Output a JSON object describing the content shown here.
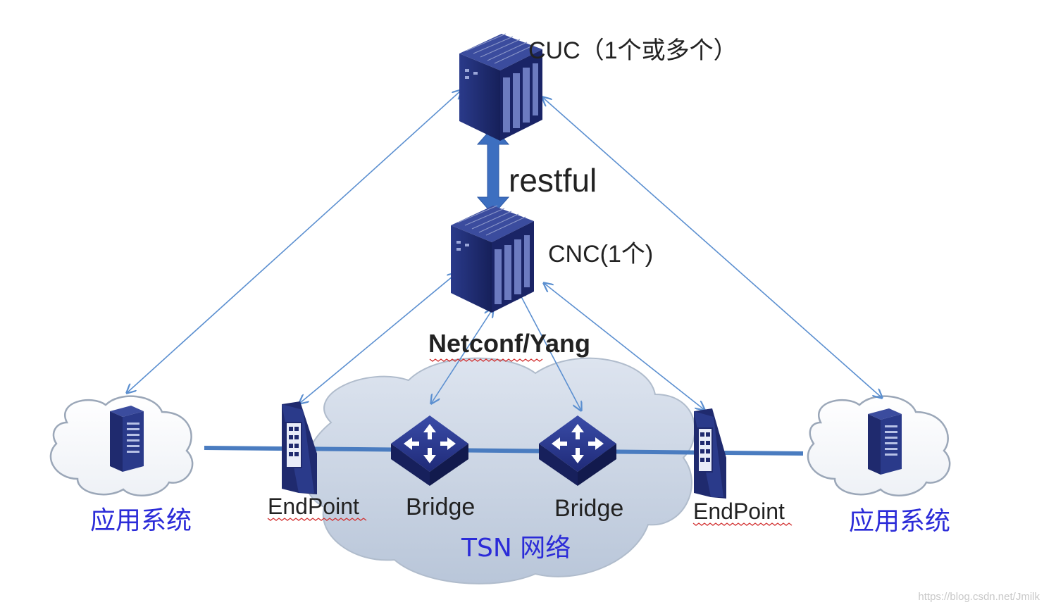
{
  "labels": {
    "cuc": "CUC（1个或多个）",
    "cnc": "CNC(1个)",
    "restful": "restful",
    "netconf": "Netconf/Yang",
    "endpoint_left": "EndPoint",
    "endpoint_right": "EndPoint",
    "bridge_left": "Bridge",
    "bridge_right": "Bridge",
    "app_left": "应用系统",
    "app_right": "应用系统",
    "tsn": "TSN 网络",
    "watermark": "https://blog.csdn.net/Jmilk"
  },
  "colors": {
    "arrow_line": "#5b8fd0",
    "link_bar": "#4a7cc0",
    "device_dark": "#1f2a6e",
    "cloud_fill": "#cfd8e6",
    "label_blue": "#2b2bd8"
  },
  "icons": {
    "cuc": "server-rack-icon",
    "cnc": "server-rack-icon",
    "endpoint": "endpoint-device-icon",
    "bridge": "switch-icon",
    "app": "tower-server-icon"
  }
}
